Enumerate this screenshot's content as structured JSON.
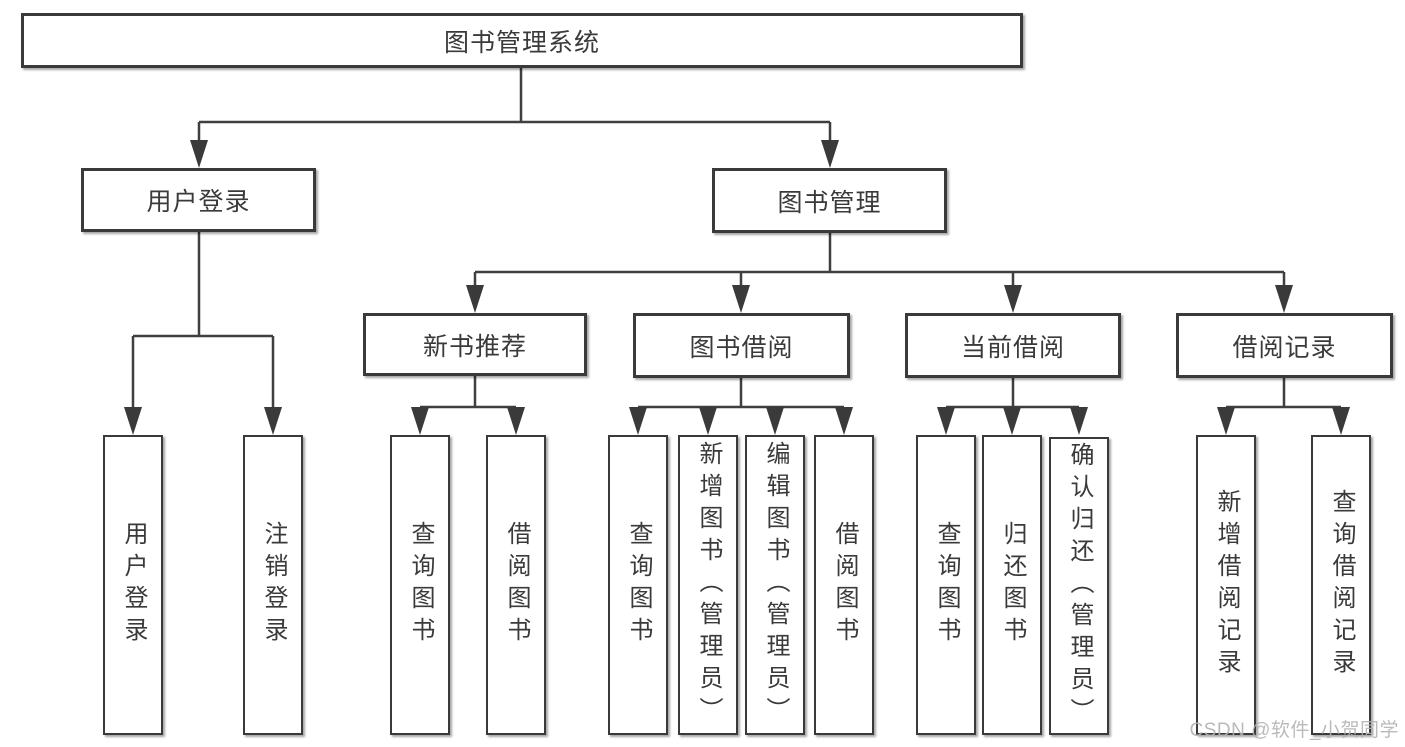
{
  "colors": {
    "background": "#ffffff",
    "line": "#3f3f3f",
    "border": "#3a3a3a",
    "text": "#3a3a3a",
    "watermark": "#b3b3b3"
  },
  "nodes": {
    "root": {
      "label": "图书管理系统"
    },
    "level2": [
      {
        "label": "用户登录"
      },
      {
        "label": "图书管理"
      }
    ],
    "level3": [
      {
        "label": "新书推荐",
        "parent": "图书管理"
      },
      {
        "label": "图书借阅",
        "parent": "图书管理"
      },
      {
        "label": "当前借阅",
        "parent": "图书管理"
      },
      {
        "label": "借阅记录",
        "parent": "图书管理"
      }
    ],
    "leaves": [
      {
        "label": "用户登录",
        "parent": "用户登录"
      },
      {
        "label": "注销登录",
        "parent": "用户登录"
      },
      {
        "label": "查询图书",
        "parent": "新书推荐"
      },
      {
        "label": "借阅图书",
        "parent": "新书推荐"
      },
      {
        "label": "查询图书",
        "parent": "图书借阅"
      },
      {
        "label": "新增图书（管理员）",
        "parent": "图书借阅"
      },
      {
        "label": "编辑图书（管理员）",
        "parent": "图书借阅"
      },
      {
        "label": "借阅图书",
        "parent": "图书借阅"
      },
      {
        "label": "查询图书",
        "parent": "当前借阅"
      },
      {
        "label": "归还图书",
        "parent": "当前借阅"
      },
      {
        "label": "确认归还（管理员）",
        "parent": "当前借阅"
      },
      {
        "label": "新增借阅记录",
        "parent": "借阅记录"
      },
      {
        "label": "查询借阅记录",
        "parent": "借阅记录"
      }
    ]
  },
  "watermark": {
    "text": "CSDN @软件_小贺同学"
  }
}
